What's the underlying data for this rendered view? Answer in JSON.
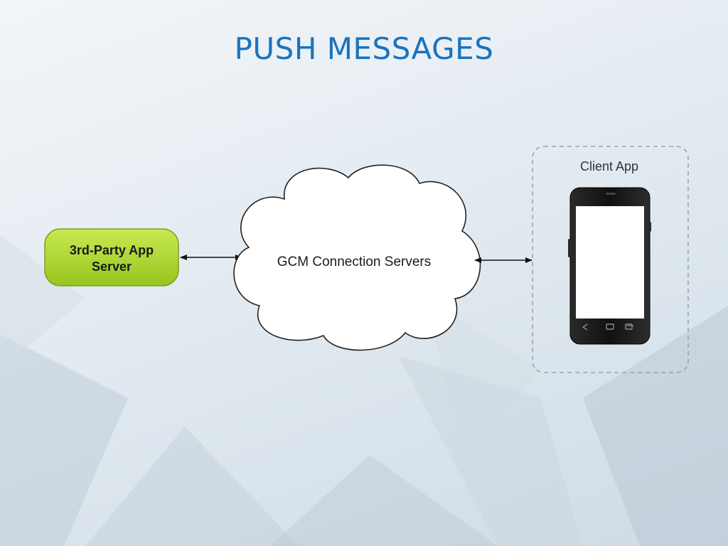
{
  "slide": {
    "title": "PUSH MESSAGES"
  },
  "diagram": {
    "app_server": {
      "label_line1": "3rd-Party App",
      "label_line2": "Server",
      "fill": "#a9d52f"
    },
    "connection_servers": {
      "label": "GCM Connection Servers"
    },
    "client_app": {
      "label": "Client App"
    }
  },
  "colors": {
    "title": "#1a73be",
    "arrow": "#111111"
  }
}
